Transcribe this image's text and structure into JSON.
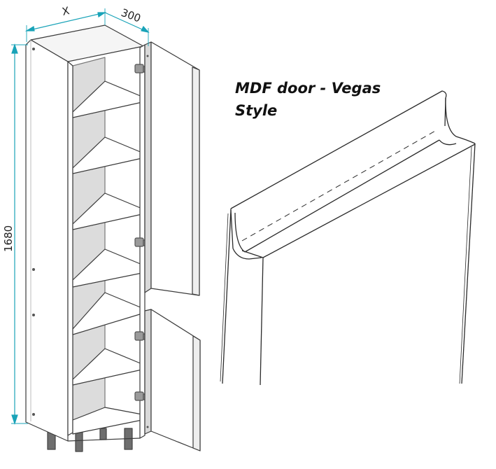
{
  "dimensions": {
    "width_label": "X",
    "depth_label": "300",
    "height_label": "1680"
  },
  "caption": {
    "line1": "MDF door - Vegas",
    "line2": "Style"
  },
  "colors": {
    "line": "#3a3a3a",
    "dimension": "#19a3b8",
    "panel_face": "#ffffff",
    "panel_edge": "#d9d9d9",
    "interior_back": "#dcdcdc",
    "leg": "#6e6e6e"
  }
}
